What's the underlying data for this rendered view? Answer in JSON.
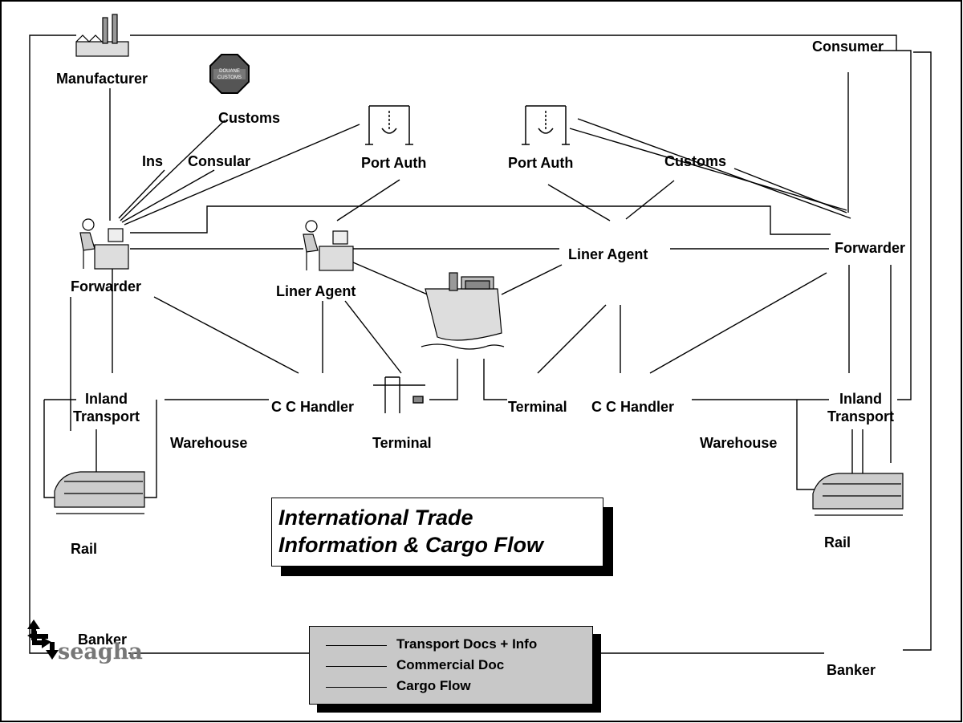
{
  "diagram": {
    "labels": {
      "manufacturer": "Manufacturer",
      "customs_left": "Customs",
      "ins": "Ins",
      "consular": "Consular",
      "port_auth_left": "Port Auth",
      "port_auth_right": "Port Auth",
      "customs_right": "Customs",
      "consumer": "Consumer",
      "forwarder_left": "Forwarder",
      "liner_agent_left": "Liner Agent",
      "liner_agent_right": "Liner Agent",
      "forwarder_right": "Forwarder",
      "inland_transport_left": "Inland Transport",
      "cc_handler_left": "C C Handler",
      "warehouse_left": "Warehouse",
      "terminal_center": "Terminal",
      "terminal_right": "Terminal",
      "cc_handler_right": "C C Handler",
      "inland_transport_right": "Inland Transport",
      "warehouse_right": "Warehouse",
      "rail_left": "Rail",
      "rail_right": "Rail",
      "banker_left": "Banker",
      "banker_right": "Banker"
    },
    "customs_sign_top": "DOUANE",
    "customs_sign_bottom": "CUSTOMS",
    "title_line1": "International Trade",
    "title_line2": "Information & Cargo Flow",
    "legend": [
      "Transport Docs + Info",
      "Commercial Doc",
      "Cargo Flow"
    ],
    "logo_text": "seagha",
    "colors": {
      "line": "#000000",
      "legend_bg": "#c8c8c8",
      "logo": "#777777"
    }
  }
}
